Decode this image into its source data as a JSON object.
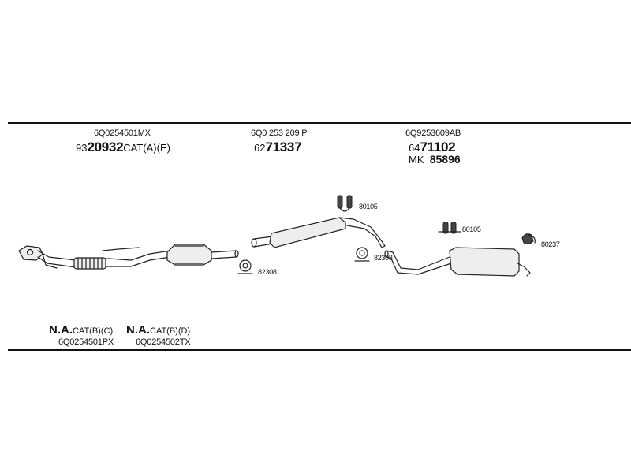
{
  "columns": [
    {
      "oe": "6Q0254501MX",
      "prefix": "93",
      "code": "20932",
      "suffix": "CAT(A)(E)"
    },
    {
      "oe": "6Q0 253 209 P",
      "prefix": "62",
      "code": "71337",
      "suffix": ""
    },
    {
      "oe": "6Q9253609AB",
      "prefix": "64",
      "code": "71102",
      "suffix": "",
      "extra_prefix": "MK",
      "extra_code": "85896"
    }
  ],
  "parts": {
    "clamp_left": "82308",
    "hanger_mid": "80105",
    "clamp_mid": "82308",
    "hanger_right": "80105",
    "hanger_far": "80237"
  },
  "notes": [
    {
      "bold": "N.A.",
      "text": "CAT(B)(C)",
      "oe": "6Q0254501PX"
    },
    {
      "bold": "N.A.",
      "text": "CAT(B)(D)",
      "oe": "6Q0254502TX"
    }
  ]
}
